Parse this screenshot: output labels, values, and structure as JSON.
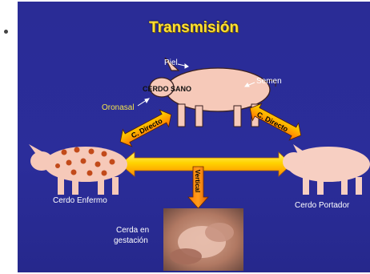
{
  "title": "Transmisión",
  "labels": {
    "skin": "Piel",
    "semen": "Semen",
    "oronasal": "Oronasal",
    "healthy_pig": "CERDO SANO",
    "indirect": "C. Directo",
    "direct": "C. Directo",
    "vertical": "Vertical",
    "sick_pig": "Cerdo Enfermo",
    "carrier_pig": "Cerdo Portador",
    "pregnant_sow_line1": "Cerda en",
    "pregnant_sow_line2": "gestación"
  },
  "colors": {
    "background": "#2a2c96",
    "title": "#ffe133",
    "oronasal": "#f4e44a",
    "arrow_yellow": "#ffd200",
    "arrow_orange": "#ff8a00",
    "pig_pink": "#f6c9b9",
    "spots": "#c24a1a"
  }
}
